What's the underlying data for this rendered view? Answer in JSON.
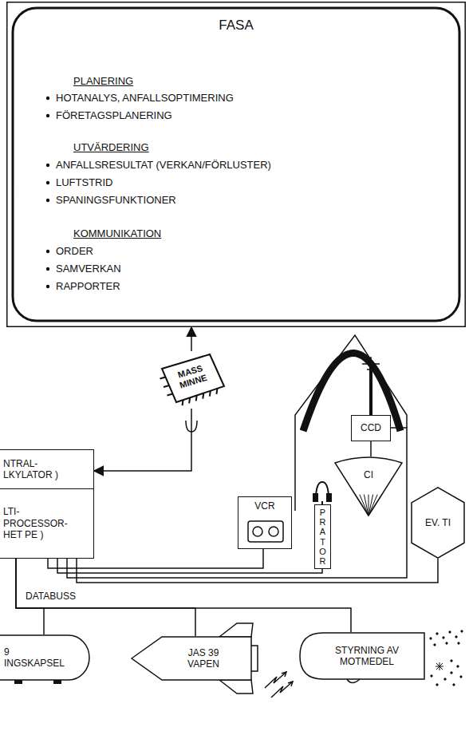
{
  "diagram": {
    "nodes": [
      {
        "text": [
          "FASA",
          "PLANERING",
          "HOTANALYS, ANFALLSOPTIMERING",
          "FÖRETAGSPLANERING",
          "UTVÄRDERING",
          "ANFALLSRESULTAT (VERKAN/FÖRLUSTER)",
          "LUFTSTRID",
          "SPANINGSFUNKTIONER",
          "KOMMUNIKATION",
          "ORDER",
          "SAMVERKAN",
          "RAPPORTER"
        ]
      },
      {
        "text": [
          "MASS MINNE"
        ]
      },
      {
        "text": [
          "NTRAL- LKYLATOR )"
        ]
      },
      {
        "text": [
          "LTI- PROCESSOR- HET PE )"
        ]
      },
      {
        "text": [
          "VCR"
        ]
      },
      {
        "text": [
          "CCD"
        ]
      },
      {
        "text": [
          "CI"
        ]
      },
      {
        "text": [
          "PRATOR"
        ]
      },
      {
        "text": [
          "EV. TI"
        ]
      },
      {
        "text": [
          "9 INGSKAPSEL"
        ]
      },
      {
        "text": [
          "JAS 39 VAPEN"
        ]
      },
      {
        "text": [
          "STYRNING AV MOTMEDEL"
        ]
      }
    ],
    "edges": [
      {
        "from": 1,
        "to": 0,
        "arrow": "to"
      },
      {
        "from": 1,
        "to": 2,
        "arrow": "to"
      },
      {
        "from": 3,
        "to": 4,
        "arrow": "none"
      },
      {
        "from": 3,
        "to": 7,
        "arrow": "none"
      },
      {
        "from": 3,
        "to": 5,
        "arrow": "none"
      },
      {
        "from": 3,
        "to": 8,
        "arrow": "none"
      },
      {
        "from": 3,
        "to": 9,
        "arrow": "none"
      },
      {
        "from": 3,
        "to": 10,
        "arrow": "none"
      },
      {
        "from": 3,
        "to": 11,
        "arrow": "none"
      },
      {
        "from": 5,
        "to": 6,
        "arrow": "none"
      }
    ],
    "labels": [
      "DATABUSS"
    ]
  }
}
